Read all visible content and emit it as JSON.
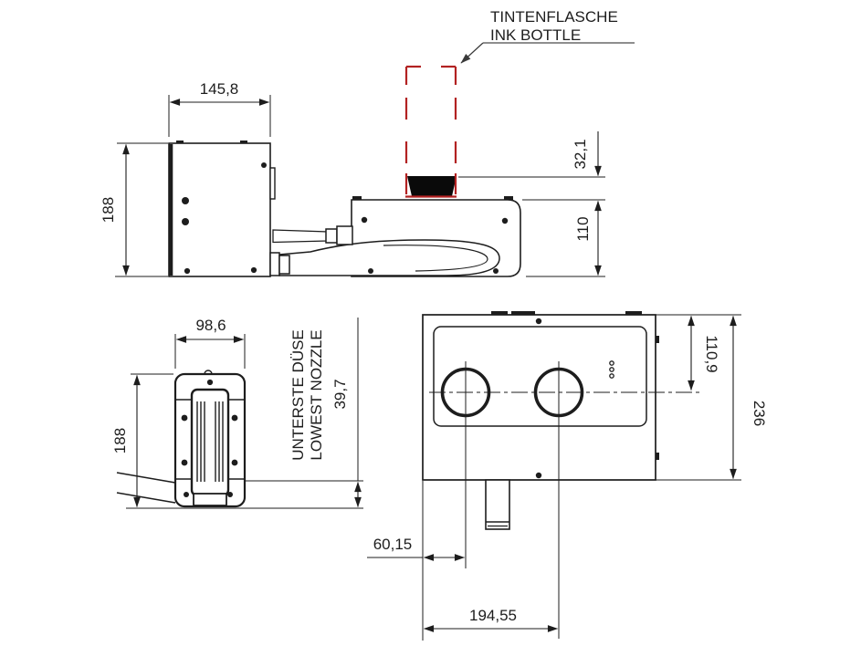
{
  "drawing": {
    "title_labels": {
      "ink_bottle_de": "TINTENFLASCHE",
      "ink_bottle_en": "INK BOTTLE",
      "lowest_nozzle_de": "UNTERSTE DÜSE",
      "lowest_nozzle_en": "LOWEST NOZZLE"
    },
    "dimensions": {
      "controller_width": "145,8",
      "controller_height": "188",
      "bottle_port_height": "32,1",
      "printhead_body_height": "110",
      "head_front_width": "98,6",
      "head_front_height": "188",
      "lowest_nozzle_height": "39,7",
      "hole_center_from_top": "110,9",
      "front_panel_height": "236",
      "hole1_center_from_left": "60,15",
      "hole2_center_from_left": "194,55"
    },
    "colors": {
      "line": "#1d1d1d",
      "accent_red": "#b22222",
      "leader": "#4a4a4a"
    }
  }
}
